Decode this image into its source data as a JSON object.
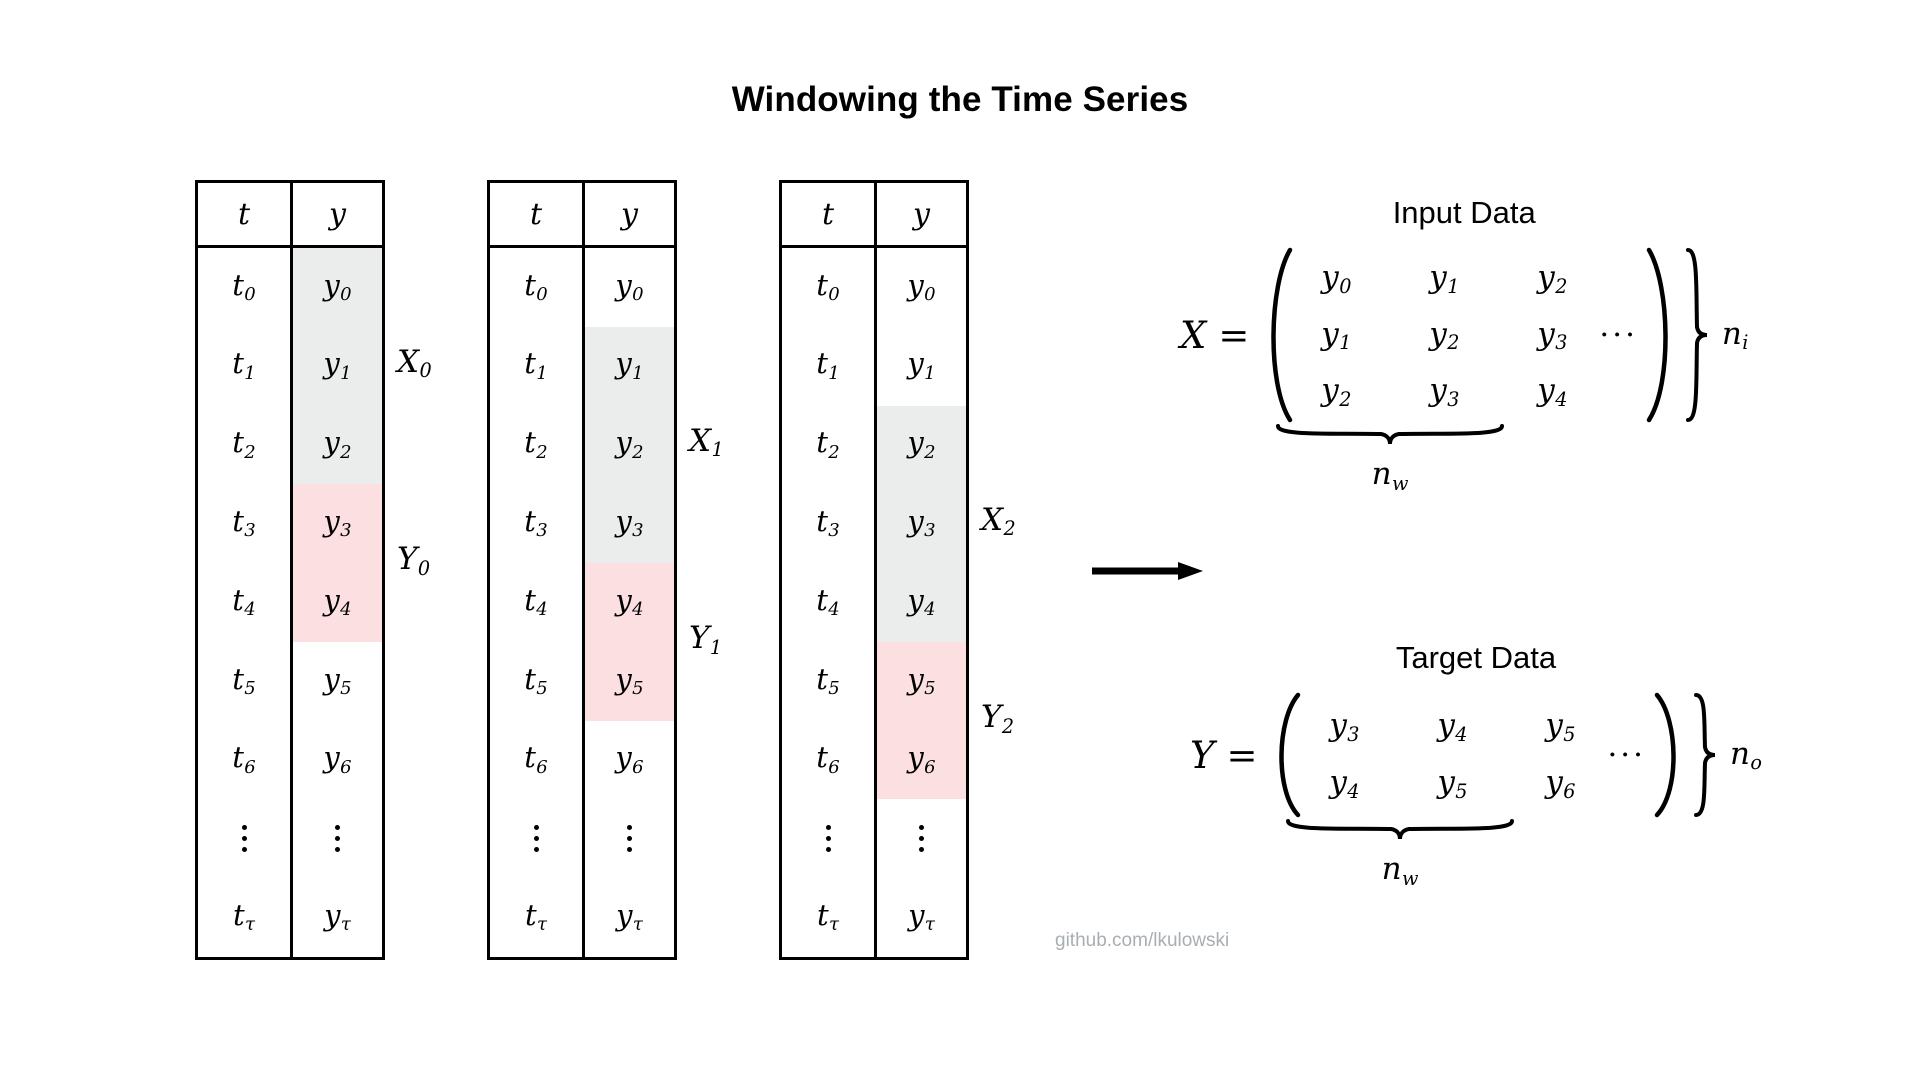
{
  "title": "Windowing the Time Series",
  "watermark": "github.com/lkulowski",
  "colors": {
    "input_highlight": "#ebedec",
    "target_highlight": "#fbdfe1",
    "border": "#000000",
    "watermark": "#a9aeb3"
  },
  "tables": {
    "headers": {
      "t": "t",
      "y": "y"
    },
    "rows": [
      {
        "t": "t",
        "t_sub": "0",
        "y": "y",
        "y_sub": "0"
      },
      {
        "t": "t",
        "t_sub": "1",
        "y": "y",
        "y_sub": "1"
      },
      {
        "t": "t",
        "t_sub": "2",
        "y": "y",
        "y_sub": "2"
      },
      {
        "t": "t",
        "t_sub": "3",
        "y": "y",
        "y_sub": "3"
      },
      {
        "t": "t",
        "t_sub": "4",
        "y": "y",
        "y_sub": "4"
      },
      {
        "t": "t",
        "t_sub": "5",
        "y": "y",
        "y_sub": "5"
      },
      {
        "t": "t",
        "t_sub": "6",
        "y": "y",
        "y_sub": "6"
      },
      {
        "t": "⋮",
        "t_sub": "",
        "y": "⋮",
        "y_sub": ""
      },
      {
        "t": "t",
        "t_sub": "τ",
        "y": "y",
        "y_sub": "τ"
      }
    ],
    "instances": [
      {
        "input_label": "X",
        "input_label_sub": "0",
        "target_label": "Y",
        "target_label_sub": "0",
        "input_rows": [
          0,
          1,
          2
        ],
        "target_rows": [
          3,
          4
        ]
      },
      {
        "input_label": "X",
        "input_label_sub": "1",
        "target_label": "Y",
        "target_label_sub": "1",
        "input_rows": [
          1,
          2,
          3
        ],
        "target_rows": [
          4,
          5
        ]
      },
      {
        "input_label": "X",
        "input_label_sub": "2",
        "target_label": "Y",
        "target_label_sub": "2",
        "input_rows": [
          2,
          3,
          4
        ],
        "target_rows": [
          5,
          6
        ]
      }
    ]
  },
  "matrices": [
    {
      "caption": "Input Data",
      "symbol": "X",
      "equals": "=",
      "cdots": "···",
      "rows": [
        [
          {
            "base": "y",
            "sub": "0"
          },
          {
            "base": "y",
            "sub": "1"
          },
          {
            "base": "y",
            "sub": "2"
          }
        ],
        [
          {
            "base": "y",
            "sub": "1"
          },
          {
            "base": "y",
            "sub": "2"
          },
          {
            "base": "y",
            "sub": "3"
          }
        ],
        [
          {
            "base": "y",
            "sub": "2"
          },
          {
            "base": "y",
            "sub": "3"
          },
          {
            "base": "y",
            "sub": "4"
          }
        ]
      ],
      "row_brace_label": "n",
      "row_brace_label_sub": "i",
      "col_brace_label": "n",
      "col_brace_label_sub": "w"
    },
    {
      "caption": "Target Data",
      "symbol": "Y",
      "equals": "=",
      "cdots": "···",
      "rows": [
        [
          {
            "base": "y",
            "sub": "3"
          },
          {
            "base": "y",
            "sub": "4"
          },
          {
            "base": "y",
            "sub": "5"
          }
        ],
        [
          {
            "base": "y",
            "sub": "4"
          },
          {
            "base": "y",
            "sub": "5"
          },
          {
            "base": "y",
            "sub": "6"
          }
        ]
      ],
      "row_brace_label": "n",
      "row_brace_label_sub": "o",
      "col_brace_label": "n",
      "col_brace_label_sub": "w"
    }
  ]
}
